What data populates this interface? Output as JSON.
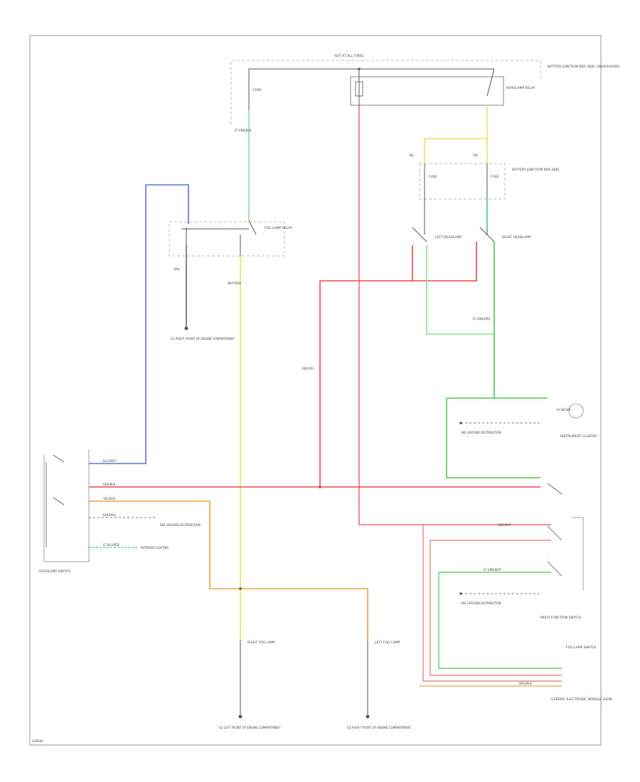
{
  "diagram": {
    "labels": {
      "hot_at_all_times": "HOT AT ALL TIMES",
      "battery_junction_box_top": "BATTERY JUNCTION BOX (BJB) (UNDERHOOD)",
      "fuse_top": "FUSE",
      "headlamp_relay": "HEADLAMP RELAY",
      "battery_junction_box_mid": "BATTERY JUNCTION BOX (BJB)",
      "fuse_left": "FUSE",
      "fuse_right": "FUSE",
      "fog_lamp_relay": "FOG LAMP RELAY",
      "left_headlamp": "LEFT HEADLAMP",
      "right_headlamp": "RIGHT HEADLAMP",
      "ground_g1": "G1 RIGHT FRONT OF ENGINE COMPARTMENT",
      "instrument_cluster": "INSTRUMENT CLUSTER",
      "hi_beam_indicator": "HI BEAM",
      "see_ground_dist_1": "SEE GROUND DISTRIBUTION",
      "see_ground_dist_2": "SEE GROUND DISTRIBUTION",
      "see_ground_dist_3": "SEE GROUND DISTRIBUTION",
      "interior_lighting": "INTERIOR LIGHTING",
      "headlamp_switch": "HEADLAMP SWITCH",
      "fog_lamp_switch": "FOG LAMP SWITCH",
      "multifunction_switch": "MULTI-FUNCTION SWITCH",
      "right_fog_lamp": "RIGHT FOG LAMP",
      "left_fog_lamp": "LEFT FOG LAMP",
      "ground_g2": "G2 LEFT FRONT OF ENGINE COMPARTMENT",
      "ground_g3": "G3 RIGHT FRONT OF ENGINE COMPARTMENT",
      "gem": "GENERIC ELECTRONIC MODULE (GEM)",
      "wire_blu_wht": "BLU/WHT",
      "wire_red_blk": "RED/BLK",
      "wire_yel_red": "YEL/RED",
      "wire_blk_org": "BLK/ORG",
      "wire_lt_grn_blk": "LT GRN/BLK",
      "wire_lt_grn_org": "LT GRN/ORG",
      "wire_red_yel": "RED/YEL",
      "wire_blk": "BLK",
      "wire_wht_red": "WHT/RED",
      "wire_red_wht": "RED/WHT",
      "wire_lt_blu_red": "LT BLU/RED",
      "wire_lt_grn_wht": "LT GRN/WHT",
      "wire_org_blk": "ORG/BLK",
      "wire_yel": "YEL",
      "wire_vio": "VIO",
      "figure_number": "G00000"
    },
    "colors": {
      "border": "#999999",
      "wire_black": "#555555",
      "wire_red": "#e84a4a",
      "wire_pink": "#f07070",
      "wire_green": "#4cc94c",
      "wire_light_green": "#8ee08e",
      "wire_blue": "#6070d8",
      "wire_yellow": "#f0e060",
      "wire_orange": "#f0a040",
      "wire_teal": "#40c0b0",
      "wire_gray": "#888888"
    }
  }
}
